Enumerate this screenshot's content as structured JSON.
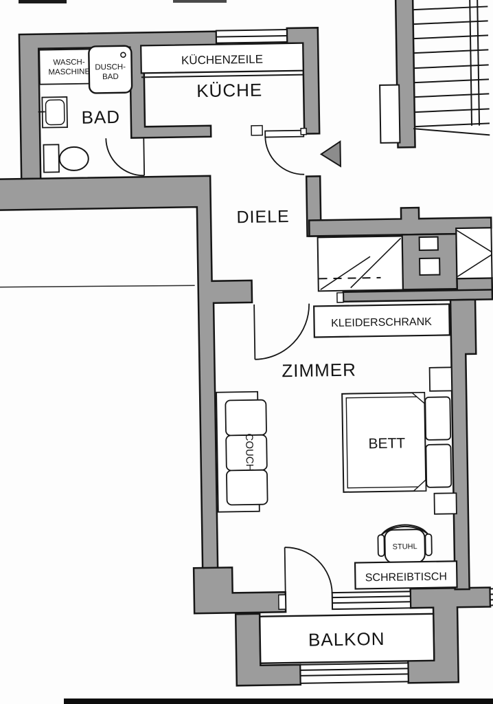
{
  "plan": {
    "rooms": {
      "bad": {
        "label": "BAD"
      },
      "kueche": {
        "label": "KÜCHE"
      },
      "diele": {
        "label": "DIELE"
      },
      "zimmer": {
        "label": "ZIMMER"
      },
      "balkon": {
        "label": "BALKON"
      }
    },
    "fixtures": {
      "waschmaschine": {
        "line1": "WASCH-",
        "line2": "MASCHINE"
      },
      "duschbad": {
        "line1": "DUSCH-",
        "line2": "BAD"
      },
      "kuechenzeile": {
        "label": "KÜCHENZEILE"
      },
      "kleiderschrank": {
        "label": "KLEIDERSCHRANK"
      },
      "couch": {
        "label": "COUCH"
      },
      "bett": {
        "label": "BETT"
      },
      "stuhl": {
        "label": "STUHL"
      },
      "schreibtisch": {
        "label": "SCHREIBTISCH"
      }
    },
    "symbols": {
      "entrance_arrow": "left-pointing-triangle"
    },
    "colors": {
      "wall_fill": "#9c9c9c",
      "outline": "#161616",
      "background": "#fbfbfb",
      "text": "#141414"
    }
  }
}
